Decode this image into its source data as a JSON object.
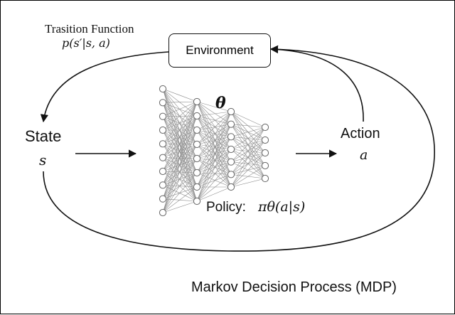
{
  "environment": {
    "label": "Environment"
  },
  "transition": {
    "label": "Trasition Function",
    "formula": "p(s′|s, a)"
  },
  "state": {
    "label": "State",
    "symbol": "s"
  },
  "action": {
    "label": "Action",
    "symbol": "a"
  },
  "network": {
    "parameter": "θ",
    "layers": [
      10,
      8,
      7
    ],
    "policy_text": "Policy:",
    "policy_formula": "πθ(a|s)"
  },
  "caption": "Markov Decision Process (MDP)",
  "colors": {
    "line": "#111111",
    "network": "#8c8c8c"
  }
}
